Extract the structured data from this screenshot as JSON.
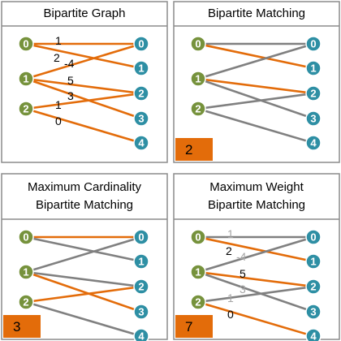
{
  "colors": {
    "left_node": "#76923c",
    "right_node": "#2e8fa4",
    "selected_edge": "#e36c0a",
    "unselected_edge": "#808080",
    "score_box": "#e36c0a",
    "faded_label": "#a6a6a6"
  },
  "left_nodes": [
    "0",
    "1",
    "2"
  ],
  "right_nodes": [
    "0",
    "1",
    "2",
    "3",
    "4"
  ],
  "edges": [
    {
      "from": 0,
      "to": 0,
      "weight": "1"
    },
    {
      "from": 0,
      "to": 1,
      "weight": "2"
    },
    {
      "from": 1,
      "to": 0,
      "weight": "-4"
    },
    {
      "from": 1,
      "to": 2,
      "weight": "5"
    },
    {
      "from": 1,
      "to": 3,
      "weight": "3"
    },
    {
      "from": 2,
      "to": 2,
      "weight": "1"
    },
    {
      "from": 2,
      "to": 4,
      "weight": "0"
    }
  ],
  "panels": [
    {
      "title_lines": [
        "Bipartite Graph"
      ],
      "selected": [
        0,
        1,
        2,
        3,
        4,
        5,
        6
      ],
      "show_weights": true,
      "score": ""
    },
    {
      "title_lines": [
        "Bipartite Matching"
      ],
      "selected": [
        1,
        3
      ],
      "show_weights": false,
      "score": "2"
    },
    {
      "title_lines": [
        "Maximum Cardinality",
        "Bipartite Matching"
      ],
      "selected": [
        0,
        4,
        5
      ],
      "show_weights": false,
      "score": "3"
    },
    {
      "title_lines": [
        "Maximum Weight",
        "Bipartite Matching"
      ],
      "selected": [
        1,
        3,
        6
      ],
      "show_weights": true,
      "score": "7"
    }
  ]
}
